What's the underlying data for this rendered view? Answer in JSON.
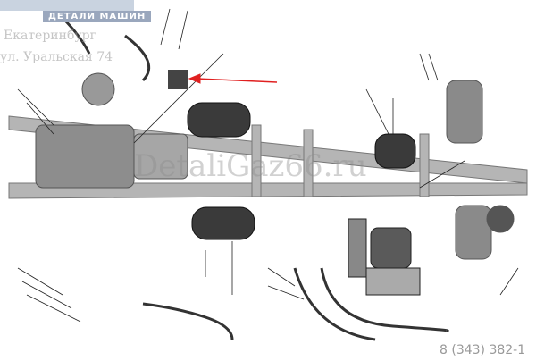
{
  "watermark": {
    "logo_text": "ДЕТАЛИ МАШИН",
    "address_line1": "Екатеринбург",
    "address_line2": "ул. Уральская 74",
    "site": "DetaliGaz66.ru",
    "phone": "8 (343) 382-1"
  },
  "colors": {
    "frame": "#9a9a9a",
    "tank": "#3a3a3a",
    "leader": "#222222",
    "highlight_arrow": "#e02020"
  }
}
